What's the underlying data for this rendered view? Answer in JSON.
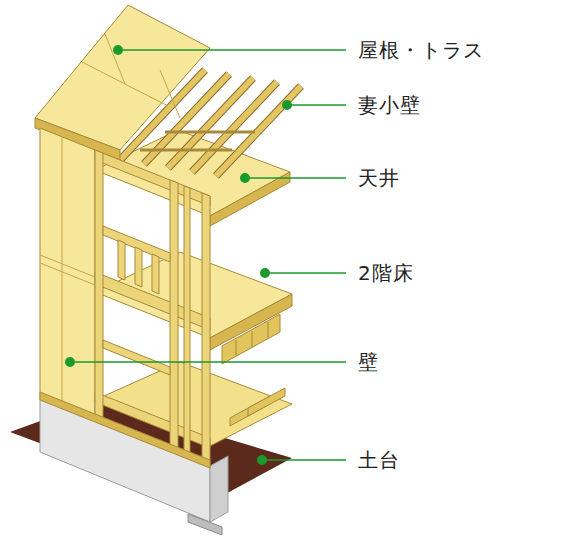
{
  "diagram": {
    "labels": [
      "屋根・トラス",
      "妻小壁",
      "天井",
      "2階床",
      "壁",
      "土台"
    ]
  }
}
